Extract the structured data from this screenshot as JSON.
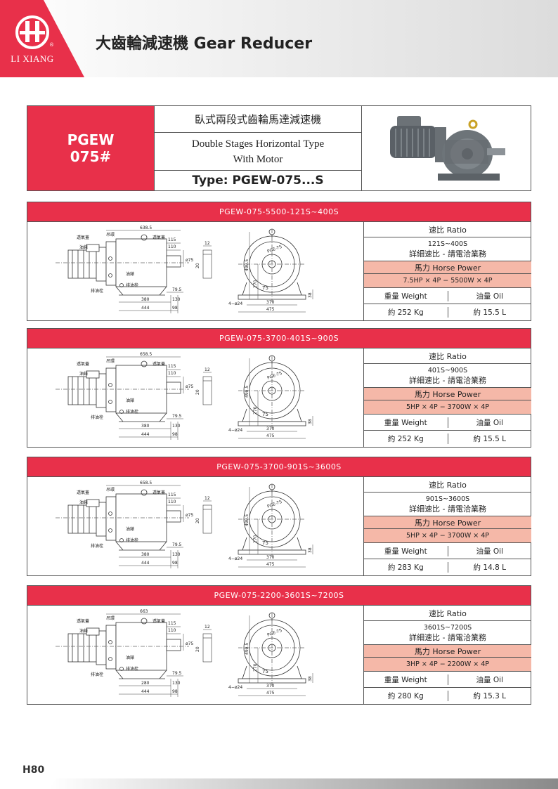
{
  "header": {
    "logo_text": "LI XIANG",
    "title": "大齒輪減速機 Gear Reducer"
  },
  "product": {
    "code_line1": "PGEW",
    "code_line2": "075#",
    "name_zh": "臥式兩段式齒輪馬達減速機",
    "name_en_line1": "Double Stages Horizontal Type",
    "name_en_line2": "With Motor",
    "type": "Type: PGEW-075...S"
  },
  "labels": {
    "ratio_header": "速比 Ratio",
    "ratio_note": "詳細速比 - 請電洽業務",
    "horsepower_header": "馬力 Horse Power",
    "weight_header": "重量 Weight",
    "oil_header": "油量 Oil"
  },
  "drawing_labels": {
    "breather": "透氣蓋",
    "lifting_eye": "吊環",
    "oil_gauge": "油錶",
    "oil_plug": "油錶",
    "drain_plug": "排油栓",
    "nameplate": "PGE-75",
    "dim_115": "115",
    "dim_110": "110",
    "dim_75": "ø75",
    "dim_12": "12",
    "dim_20": "20",
    "dim_79_5": "79.5",
    "dim_490_5": "490.5",
    "dim_270": "270",
    "dim_75b": "75",
    "dim_38": "38",
    "dim_380": "380",
    "dim_280": "280",
    "dim_130": "130",
    "dim_444": "444",
    "dim_98": "98",
    "dim_holes": "4−ø24",
    "dim_370": "370",
    "dim_475": "475"
  },
  "sections": [
    {
      "title": "PGEW-075-5500-121S~400S",
      "length": "638.5",
      "foot": "380",
      "ratio": "121S~400S",
      "hp": "7.5HP × 4P − 5500W × 4P",
      "weight": "約 252 Kg",
      "oil": "約 15.5 L"
    },
    {
      "title": "PGEW-075-3700-401S~900S",
      "length": "658.5",
      "foot": "380",
      "ratio": "401S~900S",
      "hp": "5HP × 4P − 3700W × 4P",
      "weight": "約 252 Kg",
      "oil": "約 15.5 L"
    },
    {
      "title": "PGEW-075-3700-901S~3600S",
      "length": "658.5",
      "foot": "380",
      "ratio": "901S~3600S",
      "hp": "5HP × 4P − 3700W × 4P",
      "weight": "約 283 Kg",
      "oil": "約 14.8 L"
    },
    {
      "title": "PGEW-075-2200-3601S~7200S",
      "length": "663",
      "foot": "280",
      "ratio": "3601S~7200S",
      "hp": "3HP × 4P − 2200W × 4P",
      "weight": "約 280 Kg",
      "oil": "約 15.3 L"
    }
  ],
  "footer": {
    "page": "H80"
  },
  "colors": {
    "accent": "#e8304a",
    "hp_fill": "#f5b8a8"
  }
}
